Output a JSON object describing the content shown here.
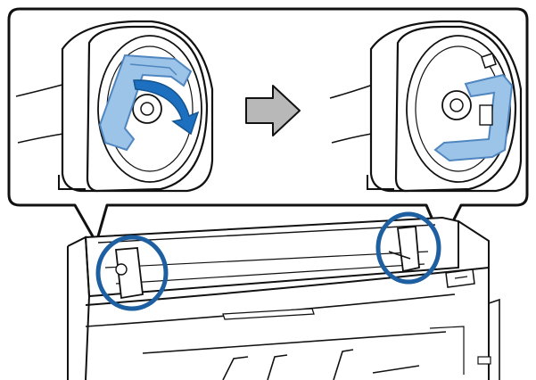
{
  "figure": {
    "steps": [
      {
        "state": "holder-lever-raised-rotating",
        "motion": "clockwise-arrow"
      },
      {
        "state": "holder-lever-lowered"
      }
    ],
    "transition": "right-arrow",
    "highlight_targets": [
      "left-roll-holder",
      "right-roll-holder"
    ],
    "colors": {
      "outline": "#111111",
      "highlight_ring": "#1d5fa0",
      "lever_fill": "#9cc3e8",
      "lever_stroke": "#4f86bf",
      "transition_arrow": "#b8b8b8",
      "background": "#ffffff"
    }
  }
}
